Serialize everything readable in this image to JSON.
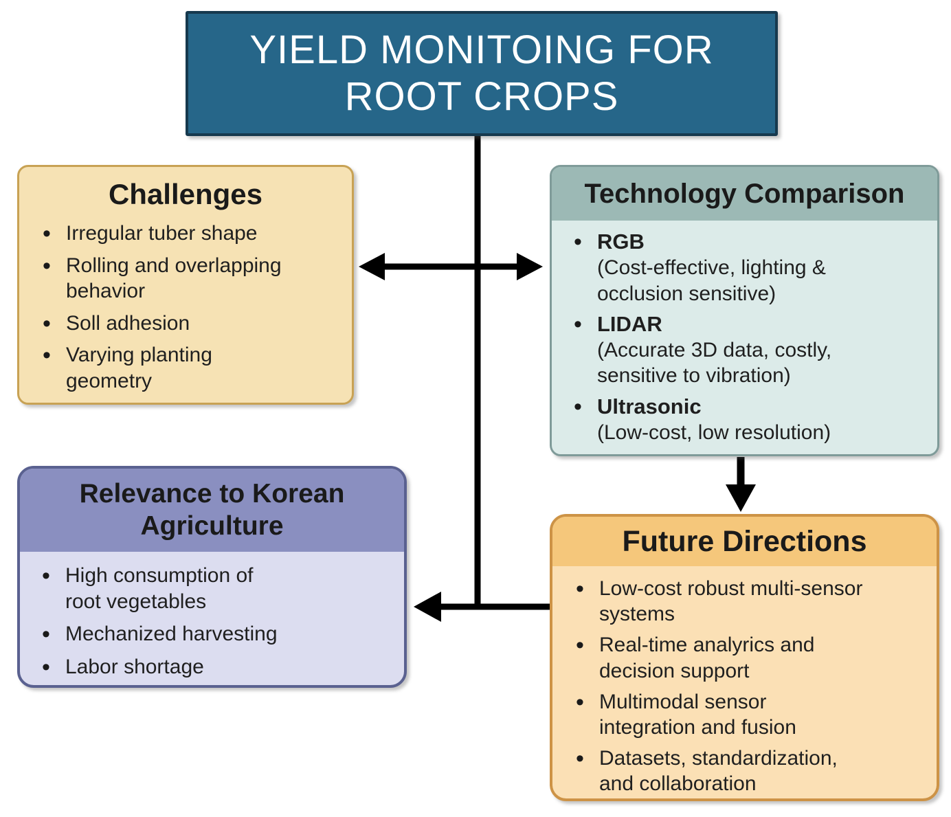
{
  "title": {
    "lines": [
      "YIELD MONITOING FOR",
      "ROOT CROPS"
    ]
  },
  "challenges": {
    "title": "Challenges",
    "items": [
      "Irregular tuber shape",
      "Rolling and overlapping\nbehavior",
      "Soll adhesion",
      "Varying planting\ngeometry"
    ]
  },
  "technology": {
    "title": "Technology Comparison",
    "items": [
      {
        "name": "RGB",
        "desc": "(Cost-effective, lighting &\nocclusion sensitive)"
      },
      {
        "name": "LIDAR",
        "desc": "(Accurate 3D data, costly,\nsensitive to vibration)"
      },
      {
        "name": "Ultrasonic",
        "desc": "(Low-cost, low resolution)"
      }
    ]
  },
  "relevance": {
    "title": "Relevance to Korean\nAgriculture",
    "items": [
      "High consumption of\nroot vegetables",
      "Mechanized harvesting",
      "Labor shortage"
    ]
  },
  "future": {
    "title": "Future Directions",
    "items": [
      "Low-cost robust multi-sensor\nsystems",
      "Real-time analyrics and\ndecision support",
      "Multimodal sensor\nintegration and fusion",
      "Datasets, standardization,\nand collaboration"
    ]
  },
  "colors": {
    "title_bg": "#266689",
    "title_border": "#16394e",
    "title_text": "#ffffff",
    "challenges_bg": "#f6e2b4",
    "challenges_border": "#c8a254",
    "technology_header_bg": "#9cb9b5",
    "technology_body_bg": "#dcebe9",
    "technology_border": "#7f9b99",
    "relevance_header_bg": "#8a8fc0",
    "relevance_body_bg": "#dcddf0",
    "relevance_border": "#5a6190",
    "future_header_bg": "#f5c77b",
    "future_body_bg": "#fbe0b5",
    "future_border": "#cd9346",
    "arrow": "#000000",
    "body_text": "#1f1f1f"
  }
}
